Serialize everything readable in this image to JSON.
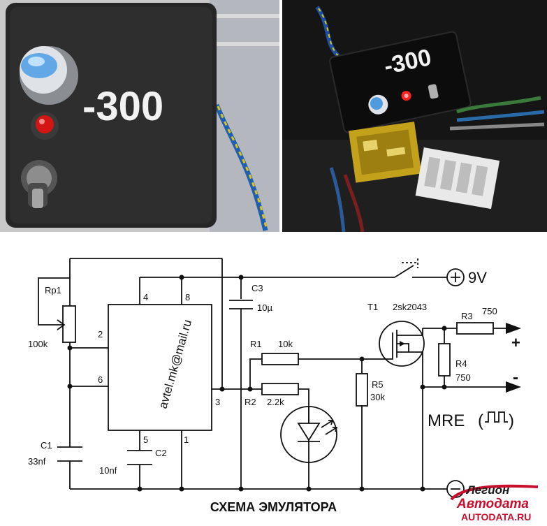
{
  "photo_left": {
    "marking": "-300"
  },
  "photo_right": {
    "marking": "-300"
  },
  "schematic": {
    "ic_pin_2": "2",
    "ic_pin_3": "3",
    "ic_pin_4": "4",
    "ic_pin_5": "5",
    "ic_pin_6": "6",
    "ic_pin_8": "8",
    "ic_pin_1": "1",
    "ic_text": "avtel.mk@mail.ru",
    "rp1_label": "Rp1",
    "rp1_value": "100k",
    "c1_label": "C1",
    "c1_value": "33nf",
    "c2_label": "C2",
    "c2_value": "10nf",
    "c3_label": "C3",
    "c3_value": "10µ",
    "r1_label": "R1",
    "r1_value": "10k",
    "r2_label": "R2",
    "r2_value": "2.2k",
    "r3_label": "R3",
    "r3_value": "750",
    "r4_label": "R4",
    "r4_value": "750",
    "r5_label": "R5",
    "r5_value": "30k",
    "t1_label": "T1",
    "t1_value": "2sk2043",
    "supply_label": "9V",
    "plus_label": "+",
    "minus_label": "-",
    "mre_label": "MRE"
  },
  "logo": {
    "line1": "Легион",
    "line2": "Автодата",
    "line3": "AUTODATA.RU",
    "color": "#c8102e"
  },
  "caption": "СХЕМА ЭМУЛЯТОРА"
}
